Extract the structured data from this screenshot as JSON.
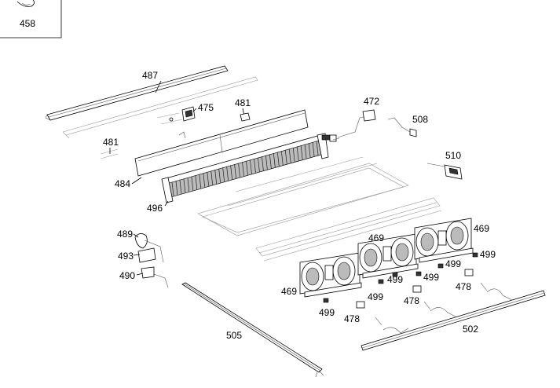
{
  "callouts": {
    "c458": "458",
    "c487": "487",
    "c475": "475",
    "c481a": "481",
    "c481b": "481",
    "c472": "472",
    "c508": "508",
    "c510": "510",
    "c484": "484",
    "c496": "496",
    "c489": "489",
    "c493": "493",
    "c490": "490",
    "c469a": "469",
    "c469b": "469",
    "c469c": "469",
    "c499a": "499",
    "c499b": "499",
    "c499c": "499",
    "c499d": "499",
    "c499e": "499",
    "c499f": "499",
    "c478a": "478",
    "c478b": "478",
    "c478c": "478",
    "c505": "505",
    "c502": "502"
  }
}
